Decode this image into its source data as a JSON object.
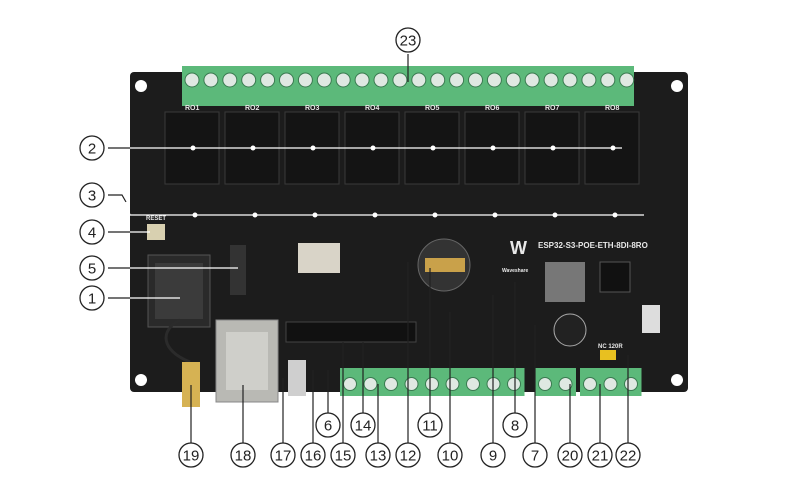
{
  "board": {
    "model": "ESP32-S3-POE-ETH-8DI-8RO",
    "brand": "Waveshare",
    "reset_label": "RESET",
    "relay_labels": [
      "RO1",
      "RO2",
      "RO3",
      "RO4",
      "RO5",
      "RO6",
      "RO7",
      "RO8"
    ],
    "term_label": "NC 120R",
    "colors": {
      "pcb": "#1c1c1c",
      "terminal": "#5cb97a",
      "relay": "#151515"
    }
  },
  "callouts": {
    "c1": "1",
    "c2": "2",
    "c3": "3",
    "c4": "4",
    "c5": "5",
    "c6": "6",
    "c7": "7",
    "c8": "8",
    "c9": "9",
    "c10": "10",
    "c11": "11",
    "c12": "12",
    "c13": "13",
    "c14": "14",
    "c15": "15",
    "c16": "16",
    "c17": "17",
    "c18": "18",
    "c19": "19",
    "c20": "20",
    "c21": "21",
    "c22": "22",
    "c23": "23"
  }
}
